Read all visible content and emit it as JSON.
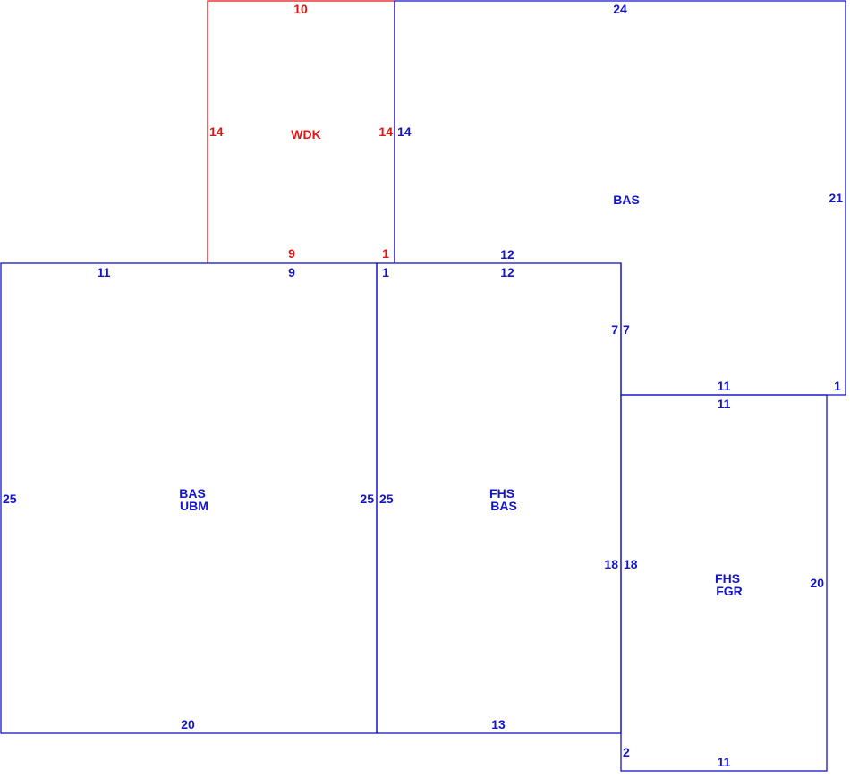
{
  "colors": {
    "blue": "#1414cc",
    "red": "#e01414",
    "background": "#ffffff"
  },
  "areas": [
    {
      "id": "wdk",
      "color": "red",
      "lines": [
        "WDK"
      ]
    },
    {
      "id": "bas-top",
      "color": "blue",
      "lines": [
        "BAS"
      ]
    },
    {
      "id": "bas-ubm",
      "color": "blue",
      "lines": [
        "BAS",
        "UBM"
      ]
    },
    {
      "id": "fhs-bas",
      "color": "blue",
      "lines": [
        "FHS",
        "BAS"
      ]
    },
    {
      "id": "fhs-fgr",
      "color": "blue",
      "lines": [
        "FHS",
        "FGR"
      ]
    }
  ],
  "dimensions": {
    "wdk_top": "10",
    "wdk_left": "14",
    "wdk_right": "14",
    "wdk_bottom_left": "9",
    "wdk_bottom_right": "1",
    "bas_top_top": "24",
    "bas_top_left": "14",
    "bas_top_right": "21",
    "bas_top_bottom_left": "12",
    "bas_top_step": "7",
    "bas_top_bottom": "11",
    "bas_top_bottom_right": "1",
    "ubm_top_left": "11",
    "ubm_top_right": "9",
    "ubm_left": "25",
    "ubm_right": "25",
    "ubm_bottom": "20",
    "fhsbas_top_left": "1",
    "fhsbas_top": "12",
    "fhsbas_left": "25",
    "fhsbas_upper_right": "7",
    "fhsbas_lower_right": "18",
    "fhsbas_bottom": "13",
    "fgr_top": "11",
    "fgr_left": "18",
    "fgr_right": "20",
    "fgr_bottom_left": "2",
    "fgr_bottom": "11"
  }
}
